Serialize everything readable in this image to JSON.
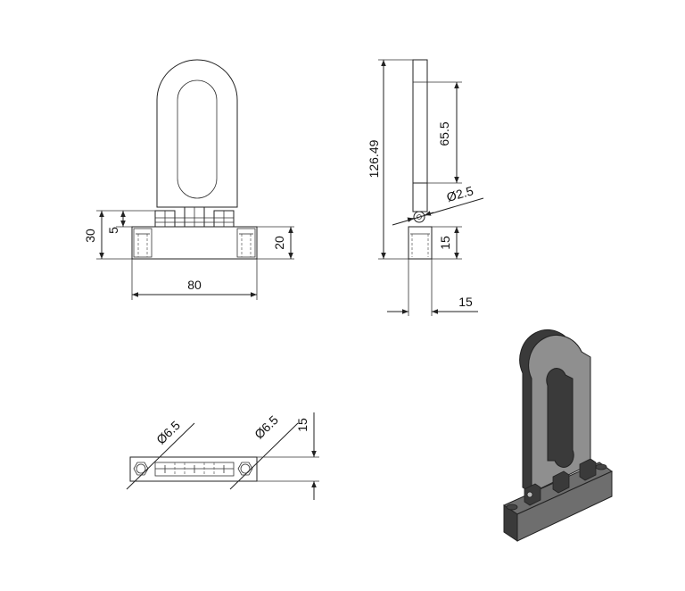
{
  "drawing": {
    "front_view": {
      "height_total": "30",
      "height_small": "5",
      "base_height": "20",
      "width": "80"
    },
    "side_view": {
      "overall_height": "126.49",
      "slot_length": "65.5",
      "pin_diameter": "Ø2.5",
      "base_height": "15",
      "base_width": "15"
    },
    "top_view": {
      "hole_left": "Ø6.5",
      "hole_right": "Ø6.5",
      "depth": "15"
    },
    "iso_view": {
      "body_color": "#6e6e6e",
      "dark_color": "#3a3a3a",
      "light_color": "#8f8f8f"
    }
  }
}
